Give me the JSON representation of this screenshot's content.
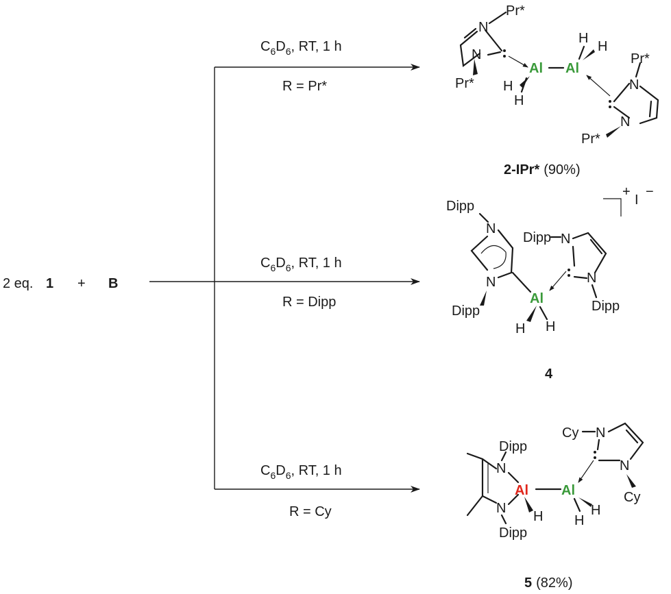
{
  "reactants": {
    "eq_prefix": "2 eq.",
    "compound_1": "1",
    "plus": "+",
    "compound_B": "B"
  },
  "conditions": [
    {
      "solvent_C": "C",
      "solvent_sub1": "6",
      "solvent_D": "D",
      "solvent_sub2": "6",
      "rest": ", RT,  1 h",
      "r_group": "R = Pr*"
    },
    {
      "solvent_C": "C",
      "solvent_sub1": "6",
      "solvent_D": "D",
      "solvent_sub2": "6",
      "rest": ", RT,  1 h",
      "r_group": "R = Dipp"
    },
    {
      "solvent_C": "C",
      "solvent_sub1": "6",
      "solvent_D": "D",
      "solvent_sub2": "6",
      "rest": ", RT,  1 h",
      "r_group": "R = Cy"
    }
  ],
  "products": [
    {
      "label": "2-IPr*",
      "yield": "(90%)"
    },
    {
      "label": "4",
      "yield": ""
    },
    {
      "label": "5",
      "yield": "(82%)"
    }
  ],
  "atoms": {
    "N": "N",
    "Al": "Al",
    "H": "H",
    "Pr_star": "Pr*",
    "Dipp": "Dipp",
    "Cy": "Cy",
    "plus_charge": "+",
    "iodide": "I",
    "minus_charge": "−"
  },
  "colors": {
    "al_green": "#3a9a3a",
    "al_red": "#e0261b",
    "ink": "#1a1a1a"
  }
}
